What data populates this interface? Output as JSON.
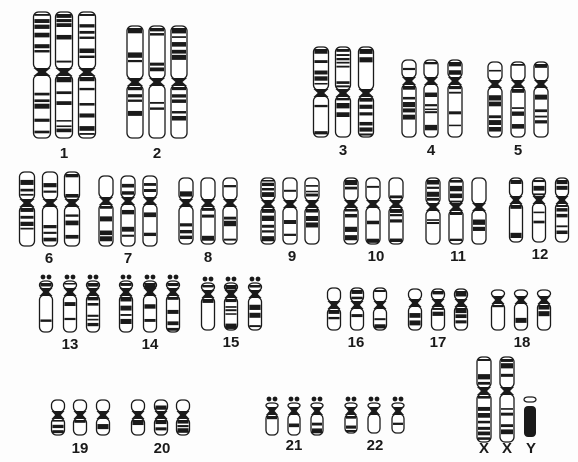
{
  "karyotype": {
    "copies_per_chromosome": 3,
    "sex_chromosomes_shown": [
      "X",
      "X",
      "Y"
    ],
    "colors": {
      "band": "#1a1a1a",
      "background": "#ffffff"
    },
    "chromosomes": [
      {
        "label": "1",
        "copies": 3
      },
      {
        "label": "2",
        "copies": 3
      },
      {
        "label": "3",
        "copies": 3
      },
      {
        "label": "4",
        "copies": 3
      },
      {
        "label": "5",
        "copies": 3
      },
      {
        "label": "6",
        "copies": 3
      },
      {
        "label": "7",
        "copies": 3
      },
      {
        "label": "8",
        "copies": 3
      },
      {
        "label": "9",
        "copies": 3
      },
      {
        "label": "10",
        "copies": 3
      },
      {
        "label": "11",
        "copies": 3
      },
      {
        "label": "12",
        "copies": 3
      },
      {
        "label": "13",
        "copies": 3
      },
      {
        "label": "14",
        "copies": 3
      },
      {
        "label": "15",
        "copies": 3
      },
      {
        "label": "16",
        "copies": 3
      },
      {
        "label": "17",
        "copies": 3
      },
      {
        "label": "18",
        "copies": 3
      },
      {
        "label": "19",
        "copies": 3
      },
      {
        "label": "20",
        "copies": 3
      },
      {
        "label": "21",
        "copies": 3
      },
      {
        "label": "22",
        "copies": 3
      }
    ],
    "sex_labels": [
      "X",
      "X",
      "Y"
    ]
  }
}
